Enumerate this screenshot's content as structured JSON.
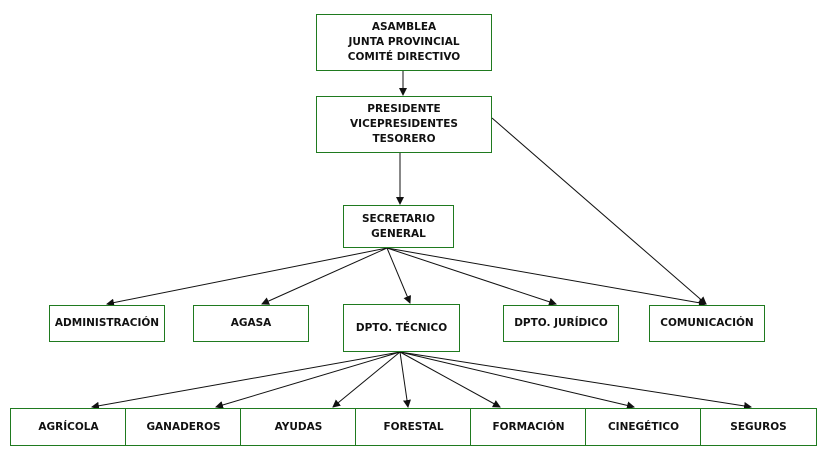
{
  "colors": {
    "border": "#1f7a1f",
    "line": "#111111",
    "text": "#111111",
    "background": "#ffffff"
  },
  "nodes": {
    "asamblea": [
      "ASAMBLEA",
      "JUNTA PROVINCIAL",
      "COMITÉ DIRECTIVO"
    ],
    "presidente": [
      "PRESIDENTE",
      "VICEPRESIDENTES",
      "TESORERO"
    ],
    "secretario": [
      "SECRETARIO",
      "GENERAL"
    ],
    "administracion": [
      "ADMINISTRACIÓN"
    ],
    "agasa": [
      "AGASA"
    ],
    "dpto_tecnico": [
      "DPTO. TÉCNICO"
    ],
    "dpto_juridico": [
      "DPTO. JURÍDICO"
    ],
    "comunicacion": [
      "COMUNICACIÓN"
    ],
    "agricola": [
      "AGRÍCOLA"
    ],
    "ganaderos": [
      "GANADEROS"
    ],
    "ayudas": [
      "AYUDAS"
    ],
    "forestal": [
      "FORESTAL"
    ],
    "formacion": [
      "FORMACIÓN"
    ],
    "cinegetico": [
      "CINEGÉTICO"
    ],
    "seguros": [
      "SEGUROS"
    ]
  },
  "edges": [
    [
      "asamblea",
      "presidente"
    ],
    [
      "presidente",
      "secretario"
    ],
    [
      "presidente",
      "comunicacion"
    ],
    [
      "secretario",
      "administracion"
    ],
    [
      "secretario",
      "agasa"
    ],
    [
      "secretario",
      "dpto_tecnico"
    ],
    [
      "secretario",
      "dpto_juridico"
    ],
    [
      "secretario",
      "comunicacion"
    ],
    [
      "dpto_tecnico",
      "agricola"
    ],
    [
      "dpto_tecnico",
      "ganaderos"
    ],
    [
      "dpto_tecnico",
      "ayudas"
    ],
    [
      "dpto_tecnico",
      "forestal"
    ],
    [
      "dpto_tecnico",
      "formacion"
    ],
    [
      "dpto_tecnico",
      "cinegetico"
    ],
    [
      "dpto_tecnico",
      "seguros"
    ]
  ]
}
